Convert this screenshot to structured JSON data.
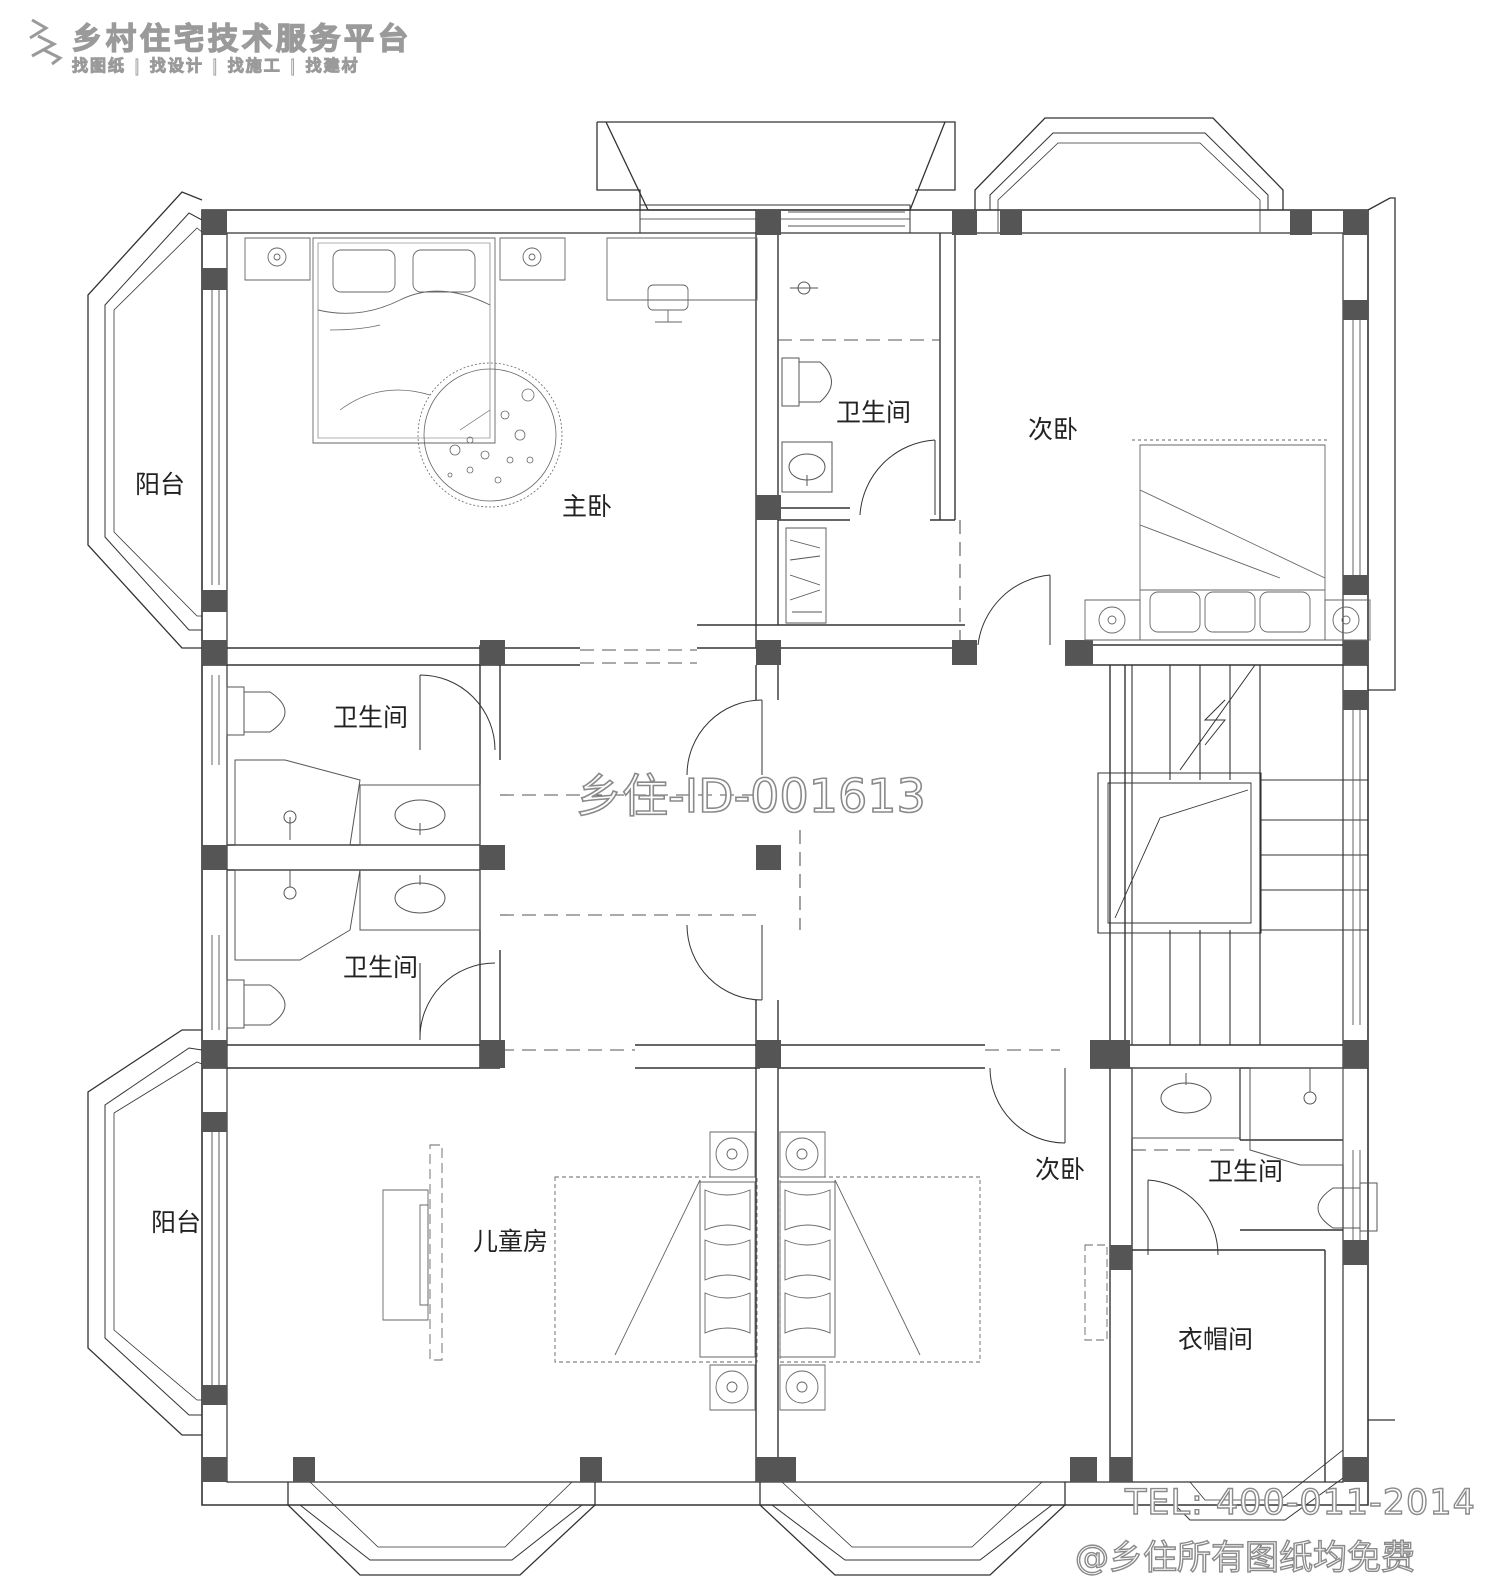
{
  "branding": {
    "title": "乡村住宅技术服务平台",
    "tags": [
      "找图纸",
      "找设计",
      "找施工",
      "找建材"
    ],
    "separator": "|"
  },
  "watermark": "乡住-ID-001613",
  "contact": {
    "tel": "TEL: 400-011-2014",
    "note": "@乡住所有图纸均免费"
  },
  "rooms": {
    "master_bedroom": "主卧",
    "balcony_top": "阳台",
    "balcony_bottom": "阳台",
    "bath_top": "卫生间",
    "bath_left_upper": "卫生间",
    "bath_left_lower": "卫生间",
    "bath_right": "卫生间",
    "second_bedroom_top": "次卧",
    "second_bedroom_bottom": "次卧",
    "kids_room": "儿童房",
    "cloakroom": "衣帽间"
  },
  "colors": {
    "line": "#333333",
    "fine_line": "#777777",
    "column": "#555555",
    "watermark_stroke": "#8a8a8a"
  }
}
